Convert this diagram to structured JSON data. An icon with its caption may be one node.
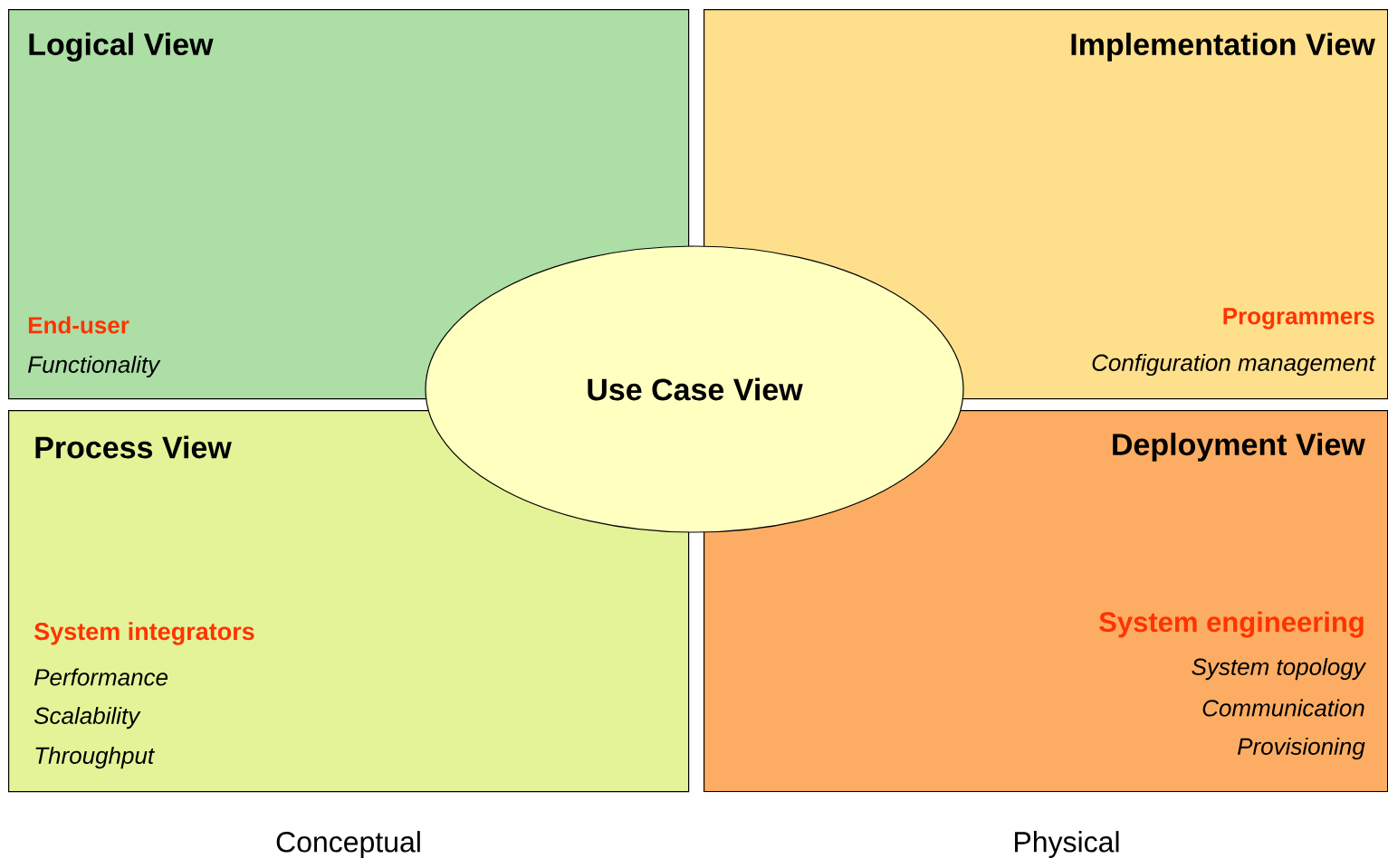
{
  "diagram": {
    "nodes": [
      {
        "text": [
          "Logical View",
          "End-user",
          "Functionality"
        ]
      },
      {
        "text": [
          "Implementation View",
          "Programmers",
          "Configuration management"
        ]
      },
      {
        "text": [
          "Use Case View"
        ]
      },
      {
        "text": [
          "Process View",
          "System integrators",
          "Performance",
          "Scalability",
          "Throughput"
        ]
      },
      {
        "text": [
          "Deployment View",
          "System engineering",
          "System topology",
          "Communication",
          "Provisioning"
        ]
      }
    ],
    "labels": [
      "Conceptual",
      "Physical"
    ]
  }
}
